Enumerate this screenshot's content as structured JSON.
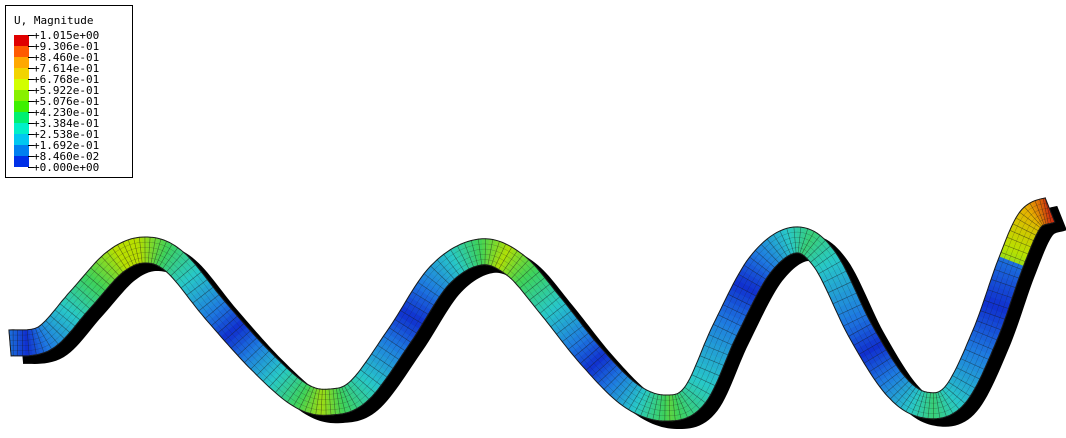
{
  "legend": {
    "title": "U, Magnitude",
    "labels": [
      "+1.015e+00",
      "+9.306e-01",
      "+8.460e-01",
      "+7.614e-01",
      "+6.768e-01",
      "+5.922e-01",
      "+5.076e-01",
      "+4.230e-01",
      "+3.384e-01",
      "+2.538e-01",
      "+1.692e-01",
      "+8.460e-02",
      "+0.000e+00"
    ],
    "colors": [
      "#e00000",
      "#ff5a00",
      "#ffa800",
      "#f2d400",
      "#d2ff00",
      "#88f000",
      "#3ef000",
      "#00f070",
      "#00f0c8",
      "#00c8f0",
      "#0080f0",
      "#0030e8"
    ]
  },
  "field_colors": {
    "min": "#0a10c8",
    "low": "#1e7ae0",
    "mid_low": "#28c8c8",
    "mid": "#3ed25a",
    "mid_high": "#b8e000",
    "high": "#e8b000",
    "max": "#d02810",
    "shadow": "#000000",
    "mesh": "#1a1a1a"
  }
}
